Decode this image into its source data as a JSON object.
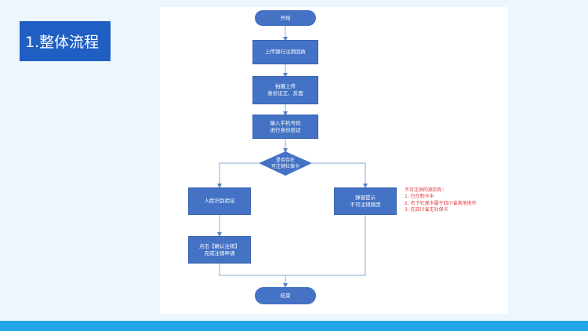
{
  "title": "1.整体流程",
  "flow": {
    "start": "开始",
    "upload": "上传银行注销回执",
    "photo_line1": "拍摄上传",
    "photo_line2": "身份证正、反面",
    "phone_line1": "输入手机号码",
    "phone_line2": "进行身份验证",
    "decision_line1": "是否存在",
    "decision_line2": "可注销社保卡",
    "face": "人脸识别验证",
    "confirm_line1": "点击【确认注销】",
    "confirm_line2": "完成注销申请",
    "popup_line1": "弹窗提示",
    "popup_line2": "不可注销原因",
    "end": "结束"
  },
  "notes": {
    "heading": "不可注销的原因有：",
    "items": [
      "1.  已在制卡中",
      "2.  名下社保卡属于四川省其他地市",
      "3.  在四川省无社保卡"
    ]
  },
  "colors": {
    "title_tab": "#1f5fc4",
    "node_fill": "#4472c4",
    "connector": "#8aa8d8",
    "note_text": "#e0393e",
    "bottom_bar": "#22a7e6"
  }
}
